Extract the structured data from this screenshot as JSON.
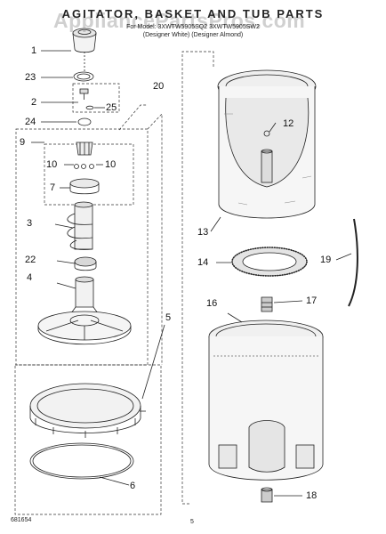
{
  "header": {
    "title": "AGITATOR, BASKET AND TUB PARTS",
    "subtitle_line1": "For Model: 3XWTW5905SQ2 3XWTW5905SW2",
    "subtitle_line2": "(Designer White) (Designer Almond)"
  },
  "watermark": "AppliancePartsPros.com",
  "callouts": [
    "1",
    "23",
    "2",
    "25",
    "24",
    "20",
    "9",
    "10",
    "10",
    "7",
    "3",
    "22",
    "4",
    "5",
    "6",
    "12",
    "13",
    "14",
    "19",
    "17",
    "16",
    "18"
  ],
  "footer": {
    "code": "681654",
    "page": "5"
  }
}
